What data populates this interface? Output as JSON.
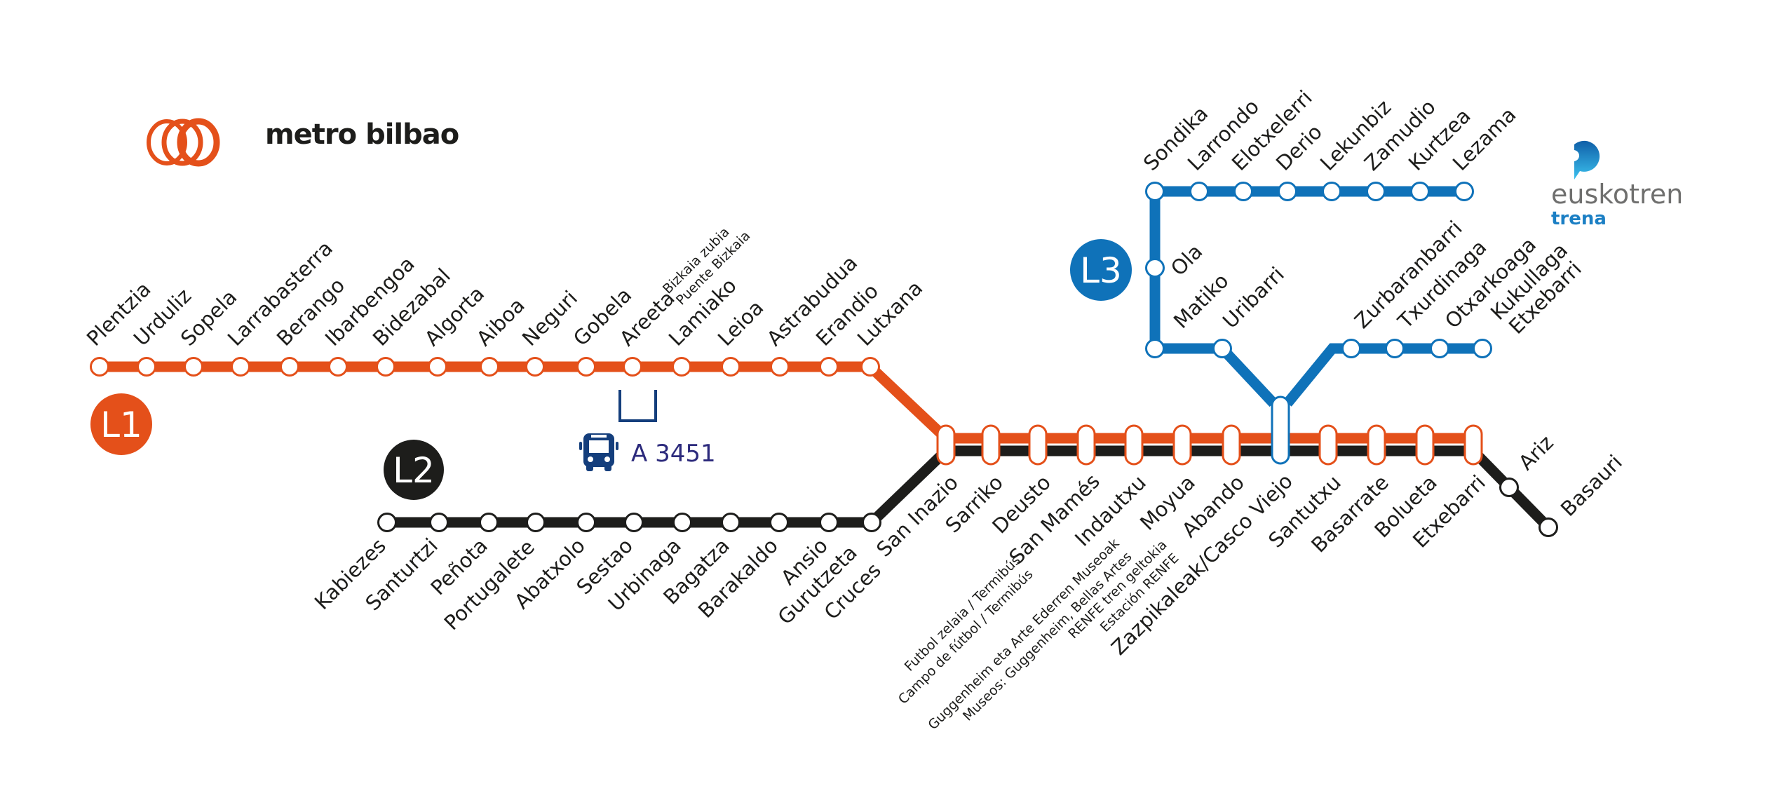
{
  "brands": {
    "metro": {
      "name": "metro bilbao",
      "color": "#e4501a"
    },
    "euskotren": {
      "name": "euskotren",
      "subtitle": "trena",
      "color": "#1b7fc4",
      "text_color": "#6f6f6e"
    }
  },
  "colors": {
    "L1": "#e4501a",
    "L2": "#1d1d1b",
    "L3": "#0f72b9",
    "bus": "#143e7c",
    "bus_text": "#2c2a7c"
  },
  "lines": {
    "L1": {
      "badge": "L1",
      "stations": [
        "Plentzia",
        "Urduliz",
        "Sopela",
        "Larrabasterra",
        "Berango",
        "Ibarbengoa",
        "Bidezabal",
        "Algorta",
        "Aiboa",
        "Neguri",
        "Gobela",
        "Areeta",
        "Lamiako",
        "Leioa",
        "Astrabudua",
        "Erandio",
        "Lutxana"
      ],
      "sub_labels": [
        {
          "station": "Areeta",
          "lines": [
            "Bizkaia zubia",
            "Puente Bizkaia"
          ]
        }
      ]
    },
    "L2": {
      "badge": "L2",
      "stations": [
        "Kabiezes",
        "Santurtzi",
        "Peñota",
        "Portugalete",
        "Abatxolo",
        "Sestao",
        "Urbinaga",
        "Bagatza",
        "Barakaldo",
        "Ansio",
        "Gurutzeta",
        "Cruces"
      ]
    },
    "trunk": {
      "stations": [
        "San Inazio",
        "Sarriko",
        "Deusto",
        "San Mamés",
        "Indautxu",
        "Moyua",
        "Abando",
        "Zazpikaleak/Casco Viejo",
        "Santutxu",
        "Basarrate",
        "Bolueta",
        "Etxebarri"
      ],
      "sub_labels": [
        {
          "station": "San Mamés",
          "lines": [
            "Futbol zelaia / Termibús",
            "Campo de fútbol / Termibús"
          ]
        },
        {
          "station": "Moyua",
          "lines": [
            "Guggenheim eta Arte Ederren Museoak",
            "Museos: Guggenheim, Bellas Artes"
          ]
        },
        {
          "station": "Abando",
          "lines": [
            "RENFE tren geltokia",
            "Estación RENFE"
          ]
        }
      ]
    },
    "L2_branch": {
      "stations": [
        "Ariz",
        "Basauri"
      ]
    },
    "L3": {
      "badge": "L3",
      "top_stations": [
        "Sondika",
        "Larrondo",
        "Elotxelerri",
        "Derio",
        "Lekunbiz",
        "Zamudio",
        "Kurtzea",
        "Lezama"
      ],
      "left_stations": [
        "Ola",
        "Matiko",
        "Uribarri"
      ],
      "right_stations": [
        "Zurbaranbarri",
        "Txurdinaga",
        "Otxarkoaga",
        "Kukullaga Etxebarri"
      ],
      "right_last_label_lines": [
        "Kukullaga",
        "Etxebarri"
      ]
    }
  },
  "bus": {
    "icon": "bus-icon",
    "route": "A 3451"
  }
}
